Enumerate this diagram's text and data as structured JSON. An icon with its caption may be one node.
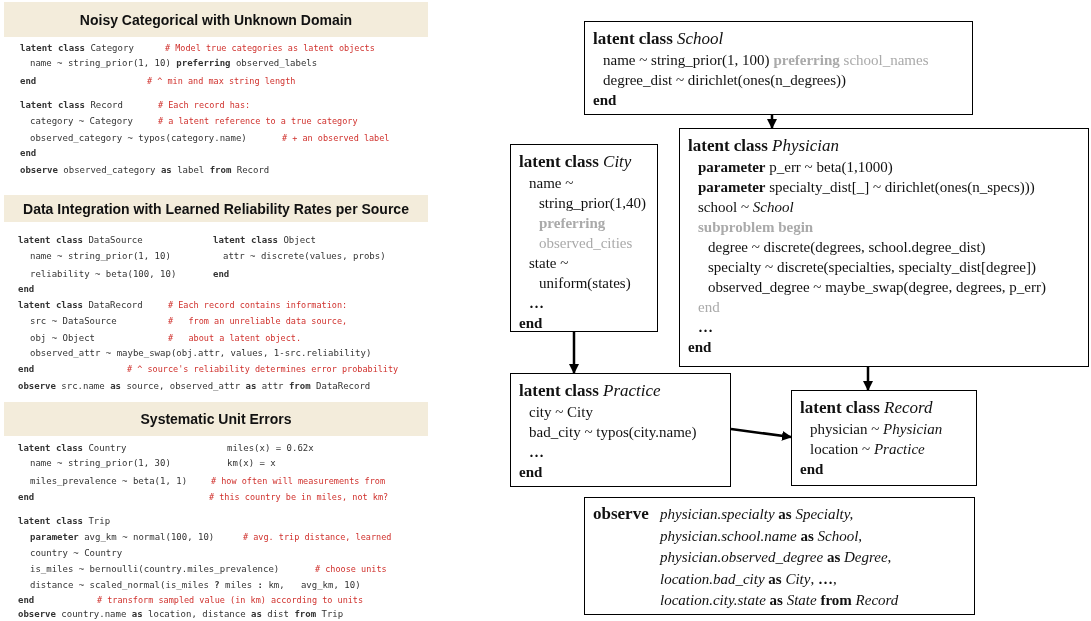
{
  "diagram": {
    "nodes": [
      {
        "text": [
          "Noisy Categorical with Unknown Domain"
        ]
      },
      {
        "text": [
          "Data Integration with Learned Reliability Rates per Source"
        ]
      },
      {
        "text": [
          "Systematic Unit Errors"
        ]
      },
      {
        "text": [
          "**latent class** *School*",
          "name ~ string_prior(1, 100)",
          "**preferring** school_names",
          "degree_dist ~ dirichlet(ones(n_degrees))",
          "end"
        ]
      },
      {
        "text": [
          "**latent class** *City*",
          "name ~",
          "string_prior(1,40)",
          "preferring",
          "observed_cities",
          "state ~",
          "uniform(states)",
          "…",
          "end"
        ]
      },
      {
        "text": [
          "**latent class** *Physician*",
          "**parameter** p_err ~ beta(1,1000)",
          "**parameter** specialty_dist[_] ~ dirichlet(ones(n_specs)))",
          "school ~ *School*",
          "subproblem begin",
          "degree ~ discrete(degrees, school.degree_dist)",
          "specialty ~ discrete(specialties, specialty_dist[degree])",
          "observed_degree ~ maybe_swap(degree, degrees, p_err)",
          "end",
          "…",
          "end"
        ]
      },
      {
        "text": [
          "**latent class** *Practice*",
          "city ~ City",
          "bad_city ~ typos(city.name)",
          "…",
          "end"
        ]
      },
      {
        "text": [
          "**latent class** *Record*",
          "physician ~ *Physician*",
          "location ~ *Practice*",
          "end"
        ]
      },
      {
        "text": [
          "observe",
          "*physician.specialty* **as** *Specialty,*",
          "*physician.school.name* **as** *School*,",
          "*physician.observed_degree* **as** *Degree*,",
          "*location.bad_city* **as** *City*, **…**,",
          "*location.city.state* **as** *State* **from** *Record*"
        ]
      }
    ],
    "edges": [
      {
        "from": 3,
        "to": 5,
        "arrow": "to"
      },
      {
        "from": 4,
        "to": 6,
        "arrow": "to"
      },
      {
        "from": 5,
        "to": 7,
        "arrow": "to"
      },
      {
        "from": 6,
        "to": 7,
        "arrow": "to"
      }
    ],
    "labels": [
      "**latent class** Category",
      "# Model true categories as latent objects",
      "name ~ string_prior(1, 10) **preferring** observed_labels",
      "**end**",
      "# ^ min and max string length",
      "**latent class** Record",
      "# Each record has:",
      "category ~ Category",
      "# a latent reference to a true category",
      "observed_category ~ typos(category.name)",
      "# + an observed label",
      "**end**",
      "**observe** observed_category **as** label **from** Record",
      "**latent class** DataSource",
      "**latent class** Object",
      "name ~ string_prior(1, 10)",
      "attr ~ discrete(values, probs)",
      "reliability ~ beta(100, 10)",
      "**end**",
      "**end**",
      "**latent class** DataRecord",
      "# Each record contains information:",
      "src ~ DataSource",
      "#   from an unreliable data source,",
      "obj ~ Object",
      "#   about a latent object.",
      "observed_attr ~ maybe_swap(obj.attr, values, 1-src.reliability)",
      "**end**",
      "# ^ source's reliability determines error probability",
      "**observe** src.name **as** source, observed_attr **as** attr **from** DataRecord",
      "**latent class** Country",
      "miles(x) = 0.62x",
      "name ~ string_prior(1, 30)",
      "km(x) = x",
      "miles_prevalence ~ beta(1, 1)",
      "# how often will measurements from",
      "**end**",
      "# this country be in miles, not km?",
      "**latent class** Trip",
      "**parameter** avg_km ~ normal(100, 10)",
      "# avg. trip distance, learned",
      "country ~ Country",
      "is_miles ~ bernoulli(country.miles_prevalence)",
      "# choose units",
      "distance ~ scaled_normal(is_miles **?** miles **:** km,   avg_km, 10)",
      "**end**",
      "# transform sampled value (in km) according to units",
      "**observe** country.name **as** location, distance **as** dist **from** Trip"
    ]
  }
}
